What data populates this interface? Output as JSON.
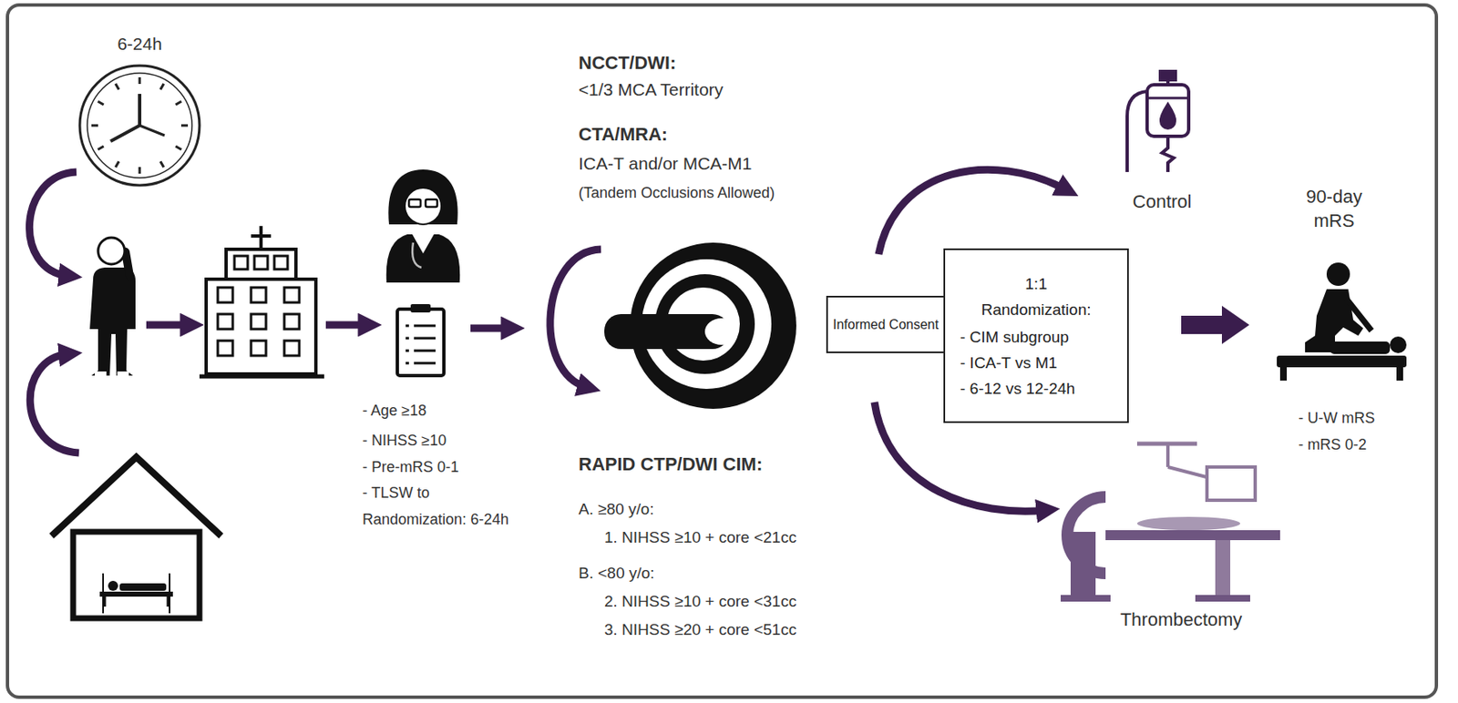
{
  "diagram": {
    "nodes": [
      {
        "text": [
          "Informed Consent"
        ]
      },
      {
        "text": [
          "1:1 Randomization:",
          "- CIM subgroup",
          "- ICA-T vs M1",
          "- 6-12 vs 12-24h"
        ]
      }
    ],
    "labels": [
      "6-24h",
      "- Age ≥18",
      "- NIHSS ≥10",
      "- Pre-mRS 0-1",
      "- TLSW to Randomization: 6-24h",
      "NCCT/DWI:",
      "<1/3 MCA Territory",
      "CTA/MRA:",
      "ICA-T and/or MCA-M1",
      "(Tandem Occlusions Allowed)",
      "RAPID CTP/DWI CIM:",
      "A. ≥80 y/o:",
      "1. NIHSS ≥10 + core <21cc",
      "B. <80 y/o:",
      "2. NIHSS ≥10 + core <31cc",
      "3. NIHSS ≥20 + core <51cc",
      "Control",
      "90-day mRS",
      "Thrombectomy",
      "- U-W mRS",
      "- mRS 0-2"
    ]
  }
}
